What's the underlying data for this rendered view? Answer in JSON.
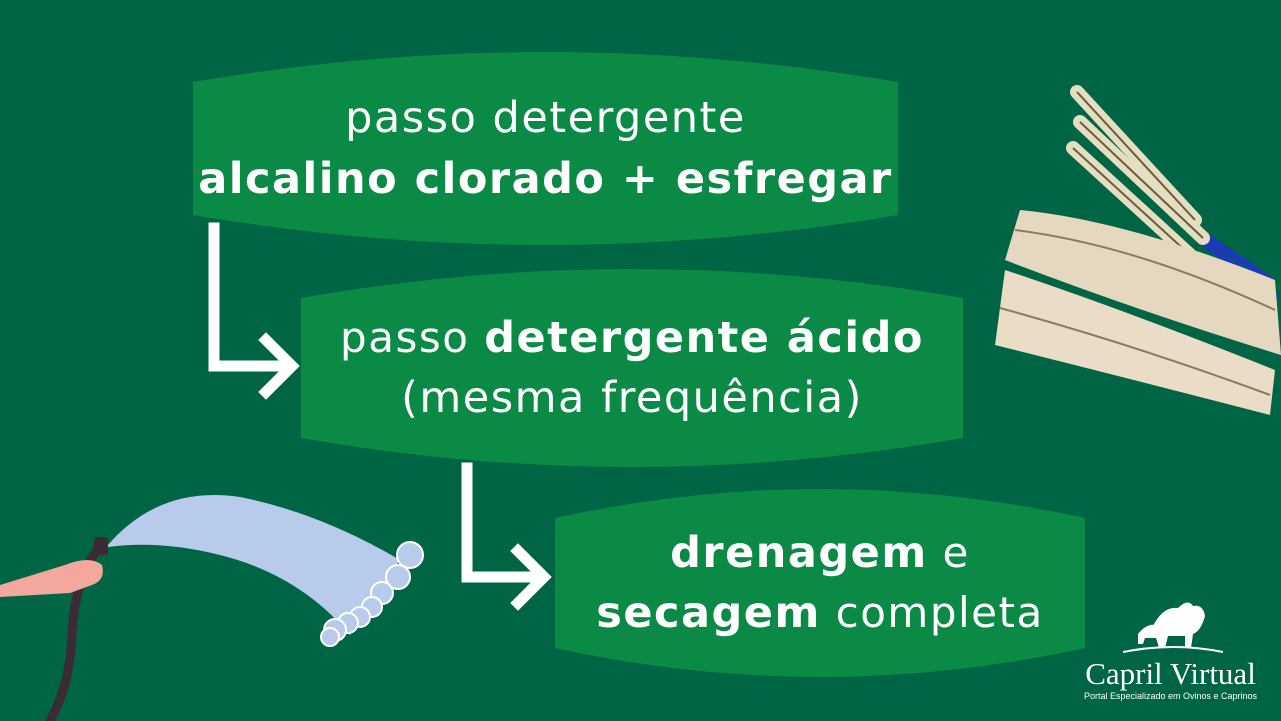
{
  "steps": [
    {
      "line1": "passo detergente",
      "line2": "alcalino clorado + esfregar"
    },
    {
      "line1_prefix": "passo ",
      "line1_bold": "detergente ácido",
      "line2": "(mesma frequência)"
    },
    {
      "line1_bold": "drenagem",
      "line1_suffix": " e",
      "line2_bold": "secagem",
      "line2_suffix": " completa"
    }
  ],
  "logo": {
    "name": "Capril Virtual",
    "tagline": "Portal Especializado em Ovinos e Caprinos"
  },
  "colors": {
    "background": "#006544",
    "box": "#0B8A46",
    "text": "#FFFFFF",
    "water": "#B9CBEB",
    "skin": "#F4A89D",
    "hose": "#3A2B35"
  },
  "icons": [
    "bottle-brush-icon",
    "water-hose-icon",
    "goat-logo-icon"
  ]
}
